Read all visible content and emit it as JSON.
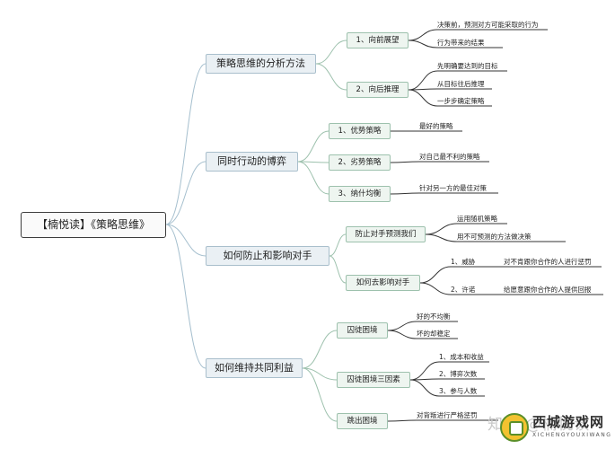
{
  "root": "【楠悦读】《策略思维》",
  "branches": {
    "b1": {
      "title": "策略思维的分析方法",
      "methods": [
        {
          "label": "1、向前展望",
          "notes": [
            "决策前，预测对方可能采取的行为",
            "行为带来的结果"
          ]
        },
        {
          "label": "2、向后推理",
          "notes": [
            "先明确要达到的目标",
            "从目标往后推理",
            "一步步确定策略"
          ]
        }
      ]
    },
    "b2": {
      "title": "同时行动的博弈",
      "items": [
        {
          "label": "1、优势策略",
          "note": "最好的策略"
        },
        {
          "label": "2、劣势策略",
          "note": "对自己最不利的策略"
        },
        {
          "label": "3、纳什均衡",
          "note": "针对另一方的最佳对策"
        }
      ]
    },
    "b3": {
      "title": "如何防止和影响对手",
      "items": [
        {
          "label": "防止对手预测我们",
          "notes": [
            "运用随机策略",
            "用不可预测的方法做决策"
          ]
        },
        {
          "label": "如何去影响对手",
          "subs": [
            {
              "name": "1、威胁",
              "note": "对不肯跟你合作的人进行惩罚"
            },
            {
              "name": "2、许诺",
              "note": "给愿意跟你合作的人提供回报"
            }
          ]
        }
      ]
    },
    "b4": {
      "title": "如何维持共同利益",
      "items": [
        {
          "label": "囚徒困境",
          "notes": [
            "好的不均衡",
            "坏的却稳定"
          ]
        },
        {
          "label": "囚徒困境三因素",
          "notes": [
            "1、成本和收益",
            "2、博弈次数",
            "3、参与人数"
          ]
        },
        {
          "label": "跳出困境",
          "notes": [
            "对背叛进行严格惩罚"
          ]
        }
      ]
    }
  },
  "watermark": "知乎 @楠悦读",
  "logo": {
    "main": "西城游戏网",
    "sub": "XICHENGYOUXIWANG"
  },
  "colors": {
    "branch_line": "#a5bfce",
    "method_line": "#9dc1ad",
    "leaf_line": "#333333"
  }
}
